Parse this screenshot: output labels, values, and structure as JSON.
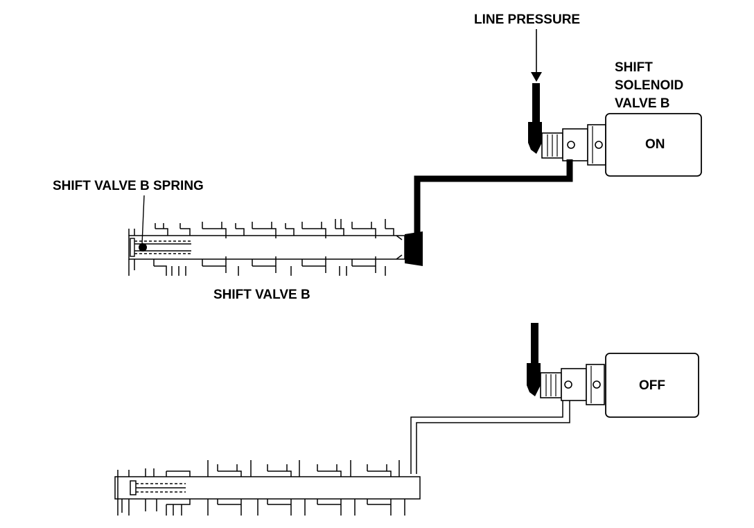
{
  "labels": {
    "line_pressure": "LINE PRESSURE",
    "solenoid_line1": "SHIFT",
    "solenoid_line2": "SOLENOID",
    "solenoid_line3": "VALVE B",
    "spring": "SHIFT VALVE B SPRING",
    "valve": "SHIFT VALVE B",
    "state_on": "ON",
    "state_off": "OFF"
  },
  "colors": {
    "line": "#000000",
    "background": "#ffffff",
    "pressurized_fluid": "#000000"
  },
  "states": [
    {
      "solenoid": "ON",
      "pressure_to_valve": true
    },
    {
      "solenoid": "OFF",
      "pressure_to_valve": false
    }
  ]
}
